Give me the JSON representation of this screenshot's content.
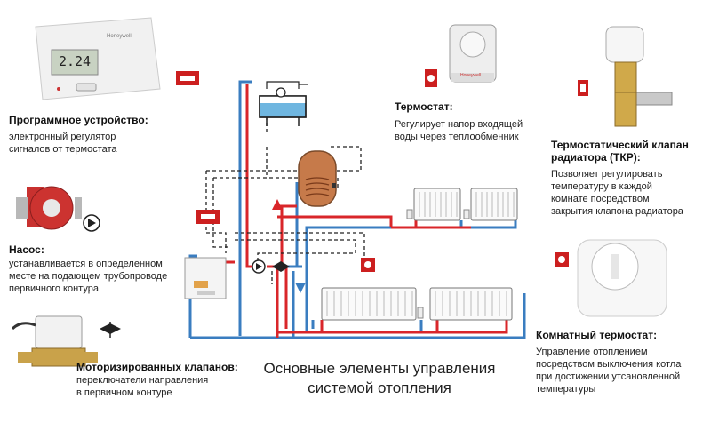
{
  "caption": {
    "line1": "Основные элементы управления",
    "line2": "системой отопления"
  },
  "programmer": {
    "title": "Программное устройство:",
    "desc": [
      "электронный регулятор",
      "сигналов от термостата"
    ],
    "display_value": "2.24",
    "brand": "Honeywell"
  },
  "pump": {
    "title": "Насос:",
    "desc": [
      "устанавливается в определенном",
      "месте на подающем трубопроводе",
      "первичного контура"
    ]
  },
  "valves": {
    "title": "Моторизированных клапанов:",
    "desc": [
      "переключатели направления",
      "в первичном контуре"
    ]
  },
  "thermostat": {
    "title": "Термостат:",
    "desc": [
      "Регулирует  напор входящей",
      "воды через теплообменник"
    ],
    "brand": "Honeywell"
  },
  "trv": {
    "title": [
      "Термостатический клапан",
      "радиатора (ТКР):"
    ],
    "desc": [
      "Позволяет регулировать",
      "температуру в каждой",
      "комнате посредством",
      "закрытия клапона радиатора"
    ]
  },
  "room_thermostat": {
    "title": "Комнатный термостат:",
    "desc": [
      "Управление отоплением",
      "посредством выключения котла",
      "при достижении утсановленной",
      "температуры"
    ]
  },
  "colors": {
    "flow_red": "#d9262a",
    "return_blue": "#3a7dc0",
    "control_dashed": "#222222",
    "marker_red": "#cc1f1f"
  }
}
